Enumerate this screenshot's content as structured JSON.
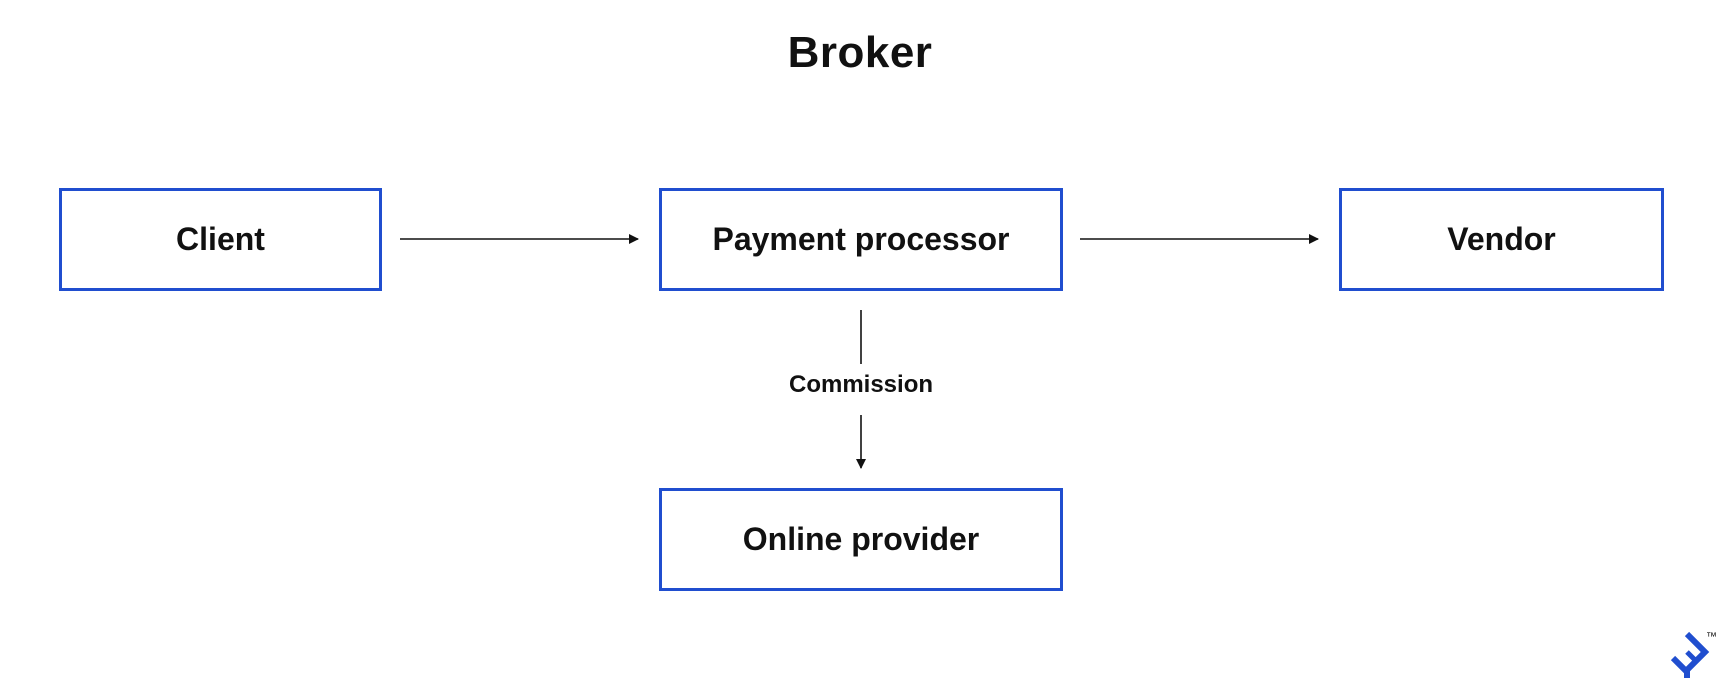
{
  "title": "Broker",
  "nodes": {
    "client": "Client",
    "payment_processor": "Payment processor",
    "vendor": "Vendor",
    "online_provider": "Online provider"
  },
  "edges": {
    "commission_label": "Commission"
  },
  "colors": {
    "box_border": "#204ecf",
    "arrow": "#111111",
    "logo": "#204ecf"
  },
  "logo": {
    "icon": "brand-logo-icon",
    "mark": "™"
  }
}
